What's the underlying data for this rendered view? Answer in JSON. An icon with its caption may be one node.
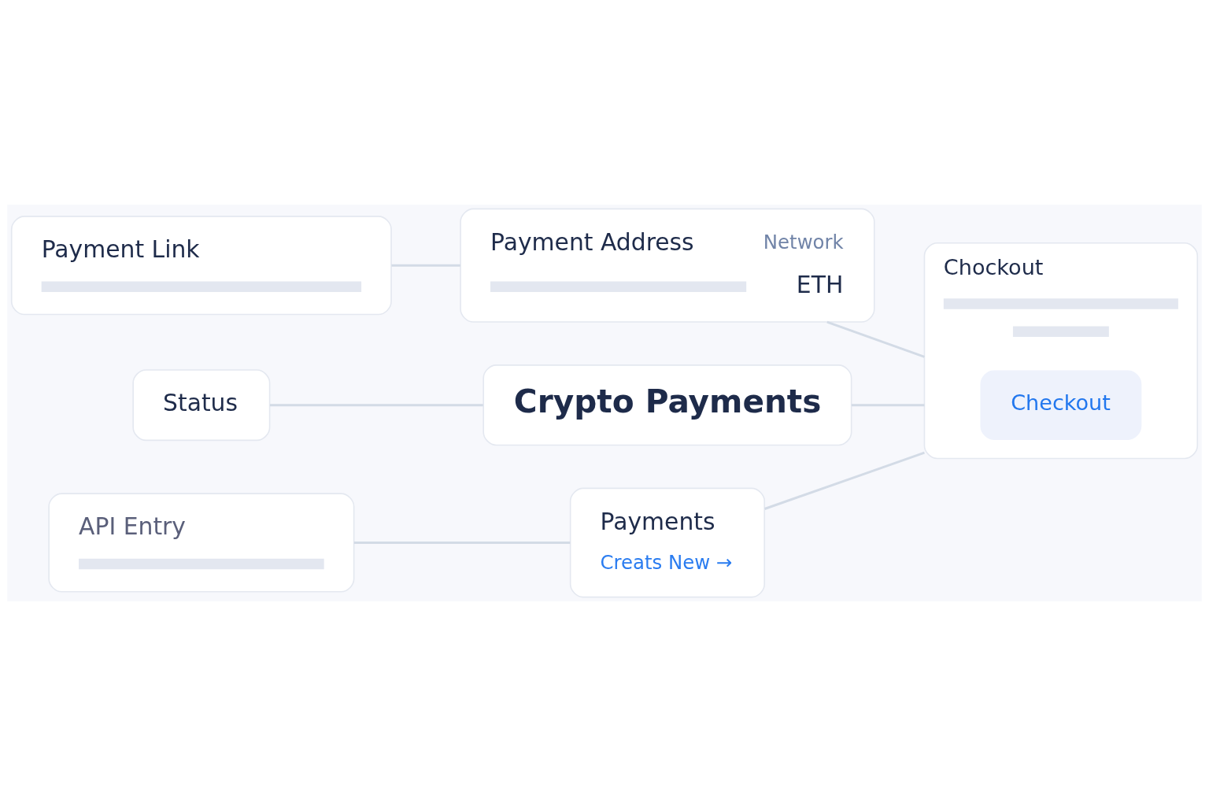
{
  "diagram": {
    "nodes": [
      {
        "text": [
          "Payment Link"
        ]
      },
      {
        "text": [
          "Payment Address",
          "Network",
          "ETH"
        ]
      },
      {
        "text": [
          "Status"
        ]
      },
      {
        "text": [
          "Crypto Payments"
        ]
      },
      {
        "text": [
          "Chockout"
        ]
      },
      {
        "text": [
          "Checkout"
        ],
        "in": 4
      },
      {
        "text": [
          "API Entry"
        ]
      },
      {
        "text": [
          "Payments",
          "Creats New →"
        ]
      }
    ],
    "edges": [
      {
        "from": 0,
        "to": 1,
        "arrow": "none"
      },
      {
        "from": 1,
        "to": 4,
        "arrow": "none"
      },
      {
        "from": 2,
        "to": 3,
        "arrow": "none"
      },
      {
        "from": 3,
        "to": 4,
        "arrow": "none"
      },
      {
        "from": 6,
        "to": 7,
        "arrow": "none"
      },
      {
        "from": 7,
        "to": 4,
        "arrow": "none"
      }
    ]
  }
}
